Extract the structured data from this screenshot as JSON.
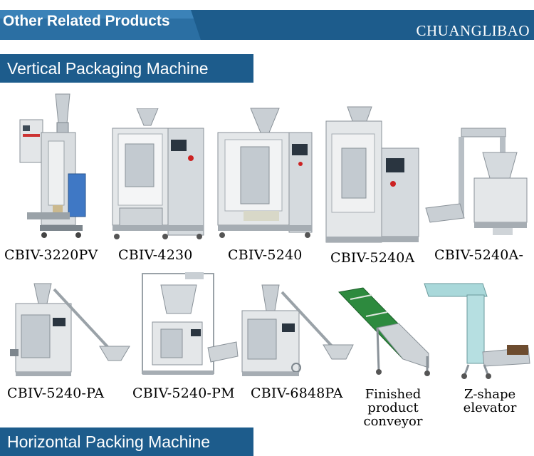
{
  "header": {
    "title": "Other Related Products",
    "brand": "CHUANGLIBAO",
    "colors": {
      "bar": "#1d5c8c",
      "text": "#ffffff"
    }
  },
  "sections": [
    {
      "label": "Vertical Packaging Machine"
    },
    {
      "label": "Horizontal Packing Machine"
    }
  ],
  "products_row1": [
    {
      "caption": "CBIV-3220PV",
      "icon": "small-vertical-packer-image"
    },
    {
      "caption": "CBIV-4230",
      "icon": "vertical-packer-image"
    },
    {
      "caption": "CBIV-5240",
      "icon": "vertical-packer-image"
    },
    {
      "caption": "CBIV-5240A",
      "icon": "vertical-packer-image"
    },
    {
      "caption": "CBIV-5240A-",
      "icon": "multihead-weigher-packer-image"
    }
  ],
  "products_row2": [
    {
      "caption": "CBIV-5240-PA",
      "icon": "auger-packer-image"
    },
    {
      "caption": "CBIV-5240-PM",
      "icon": "multihead-weigher-packer-image"
    },
    {
      "caption": "CBIV-6848PA",
      "icon": "auger-packer-image"
    },
    {
      "caption": "Finished\nproduct\nconveyor",
      "icon": "incline-conveyor-image"
    },
    {
      "caption": "Z-shape\nelevator",
      "icon": "z-elevator-image"
    }
  ]
}
